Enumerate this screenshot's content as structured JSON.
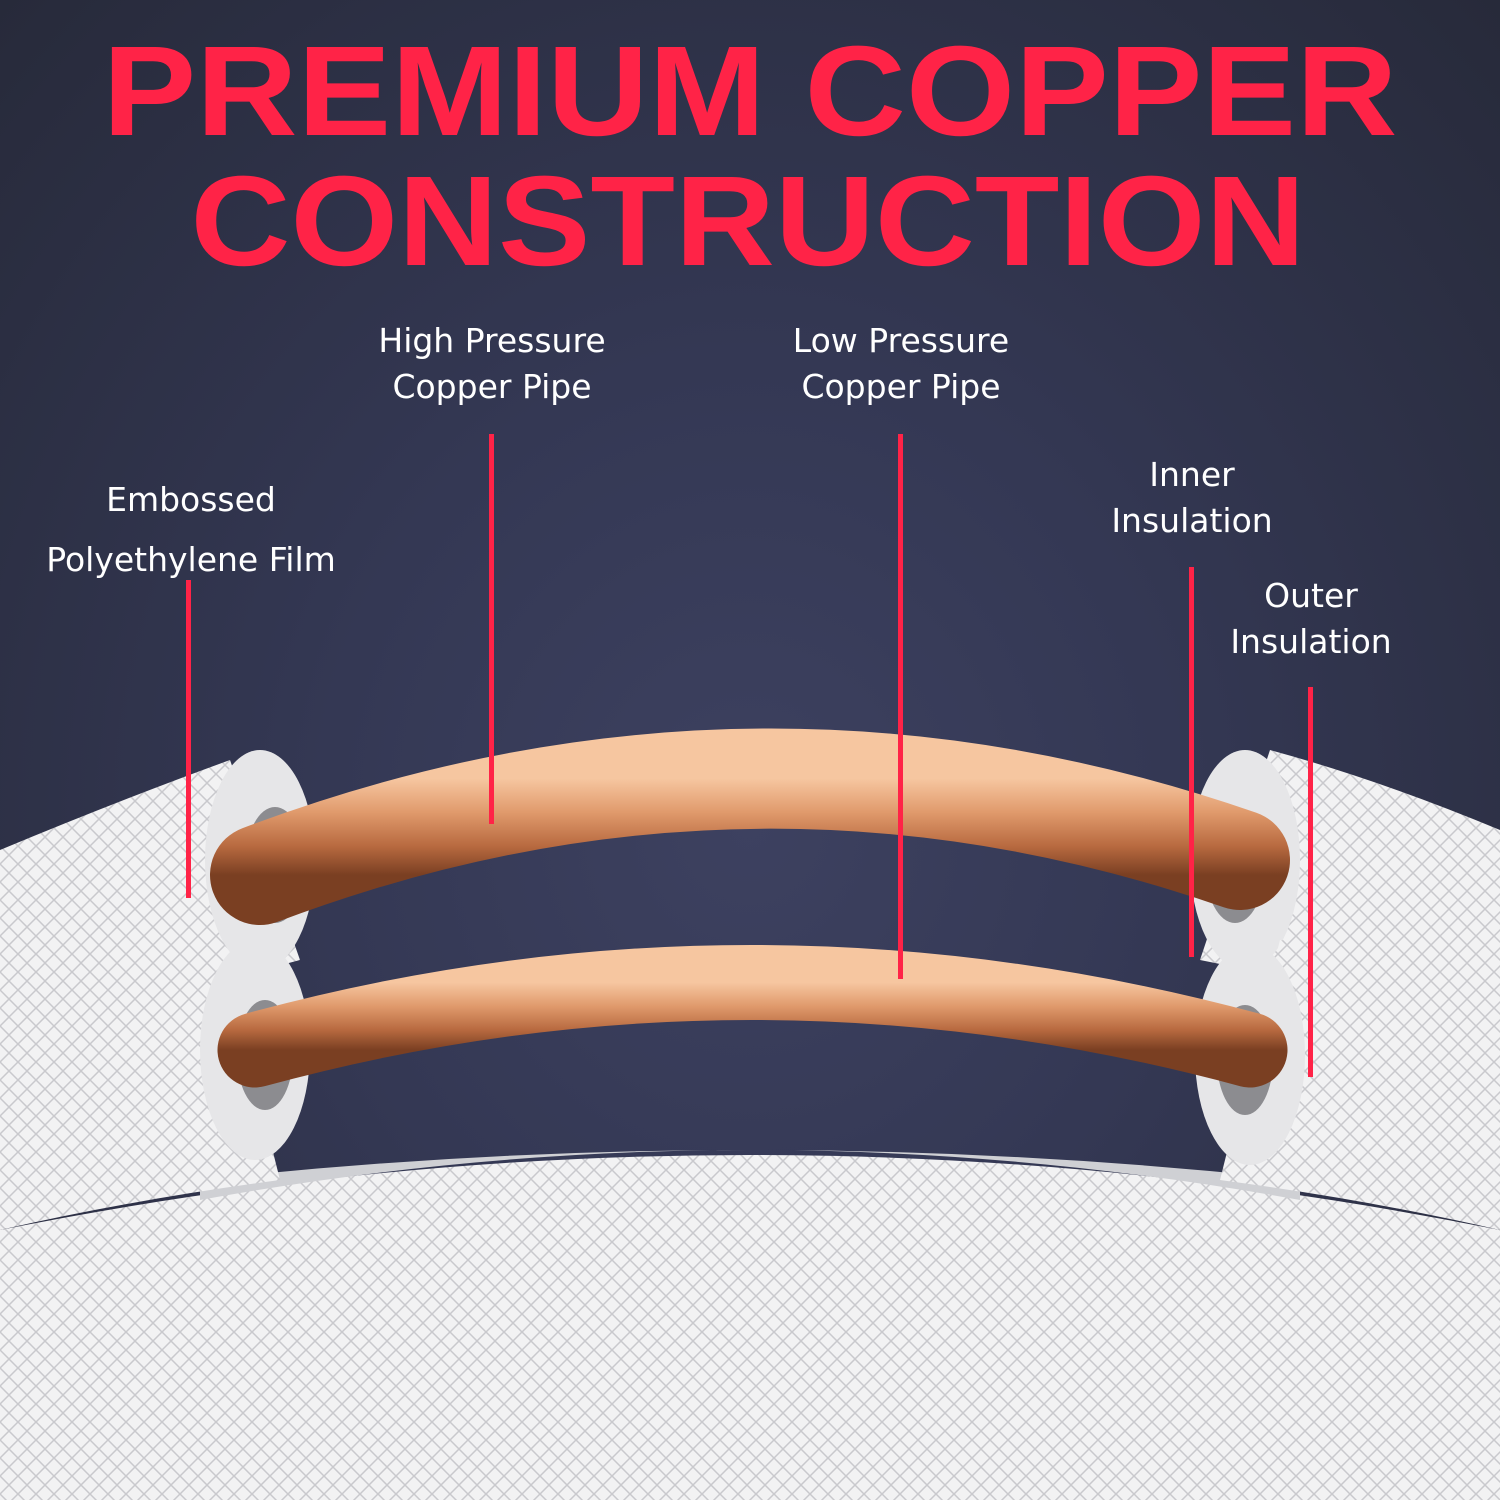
{
  "title": {
    "line1": "PREMIUM COPPER",
    "line2": "CONSTRUCTION"
  },
  "colors": {
    "accent": "#ff2347",
    "background": "#2e3247",
    "copper": "#d98a5c"
  },
  "labels": [
    {
      "text": "High Pressure\nCopper Pipe"
    },
    {
      "text": "Low Pressure\nCopper Pipe"
    },
    {
      "text": "Embossed\nPolyethylene Film"
    },
    {
      "text": "Inner\nInsulation"
    },
    {
      "text": "Outer\nInsulation"
    }
  ]
}
